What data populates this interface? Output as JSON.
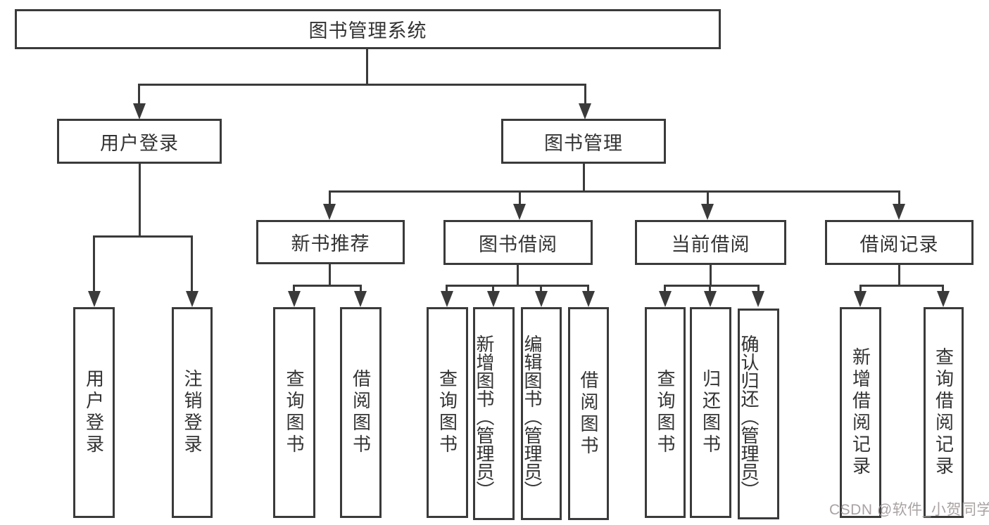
{
  "diagram": {
    "title": "图书管理系统",
    "level1": [
      {
        "label": "用户登录"
      },
      {
        "label": "图书管理"
      }
    ],
    "level2": [
      {
        "label": "新书推荐"
      },
      {
        "label": "图书借阅"
      },
      {
        "label": "当前借阅"
      },
      {
        "label": "借阅记录"
      }
    ],
    "leaves": {
      "user_login": [
        {
          "label": "用户登录"
        },
        {
          "label": "注销登录"
        }
      ],
      "new_books": [
        {
          "label": "查询图书"
        },
        {
          "label": "借阅图书"
        }
      ],
      "borrowing": [
        {
          "label": "查询图书"
        },
        {
          "label": "新增图书（管理员）"
        },
        {
          "label": "编辑图书（管理员）"
        },
        {
          "label": "借阅图书"
        }
      ],
      "current": [
        {
          "label": "查询图书"
        },
        {
          "label": "归还图书"
        },
        {
          "label": "确认归还（管理员）"
        }
      ],
      "records": [
        {
          "label": "新增借阅记录"
        },
        {
          "label": "查询借阅记录"
        }
      ]
    },
    "watermark": "CSDN @软件_小贺同学",
    "colors": {
      "line": "#3a3a3a",
      "text": "#333333",
      "watermark": "#a09898",
      "background": "#ffffff"
    }
  }
}
